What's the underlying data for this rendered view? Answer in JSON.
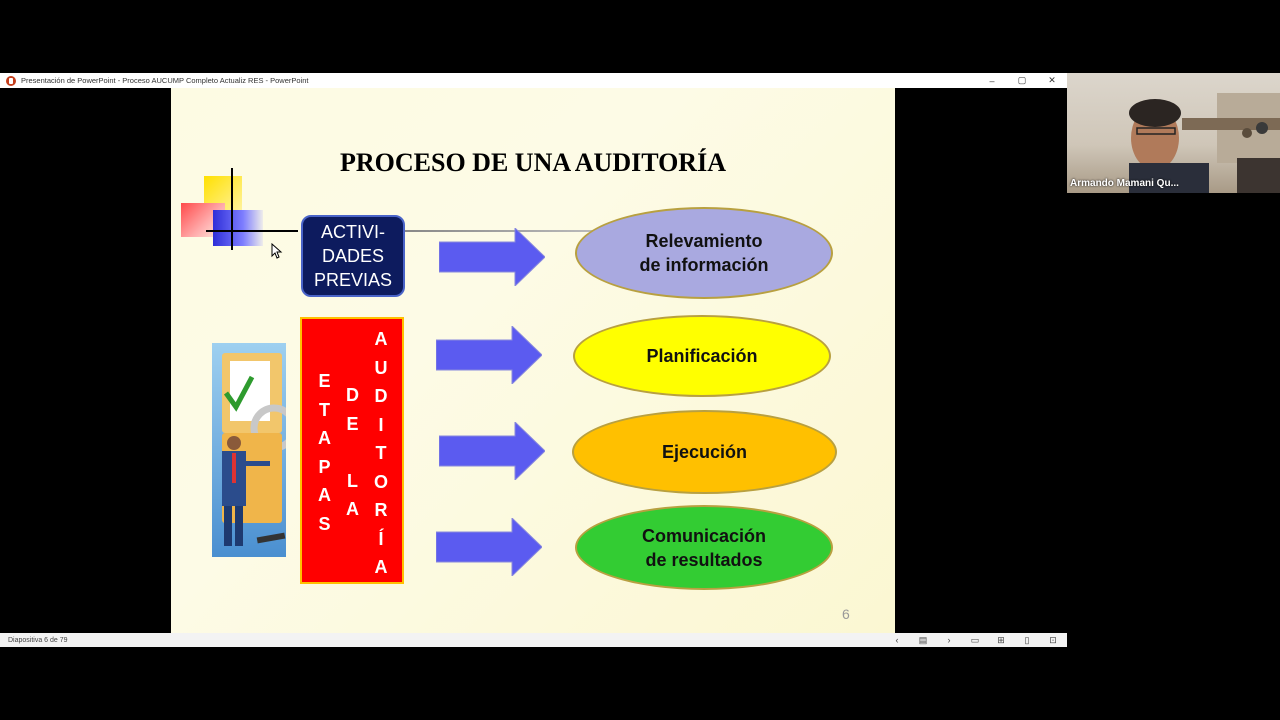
{
  "window": {
    "title": "Presentación de PowerPoint  -  Proceso AUCUMP Completo Actualiz RES  -  PowerPoint",
    "controls": [
      "–",
      "▢",
      "✕"
    ]
  },
  "slide": {
    "title": "PROCESO DE UNA AUDITORÍA",
    "prev_box": [
      "ACTIVI-",
      "DADES",
      "PREVIAS"
    ],
    "etapas_columns": [
      [
        "E",
        "T",
        "A",
        "P",
        "A",
        "S"
      ],
      [
        "D",
        "E",
        "",
        "L",
        "A"
      ],
      [
        "A",
        "U",
        "D",
        "I",
        "T",
        "O",
        "R",
        "Í",
        "A"
      ]
    ],
    "stages": [
      {
        "line1": "Relevamiento",
        "line2": "de información",
        "color": "#a9a9e0"
      },
      {
        "line1": "Planificación",
        "line2": "",
        "color": "#ffff00"
      },
      {
        "line1": "Ejecución",
        "line2": "",
        "color": "#ffc000"
      },
      {
        "line1": "Comunicación",
        "line2": "de resultados",
        "color": "#33cc33"
      }
    ],
    "arrow_color": "#5b5bf0",
    "number": "6"
  },
  "status": {
    "slide_counter": "Diapositiva 6 de 79"
  },
  "webcam": {
    "participant_name": "Armando Mamani Qu..."
  }
}
